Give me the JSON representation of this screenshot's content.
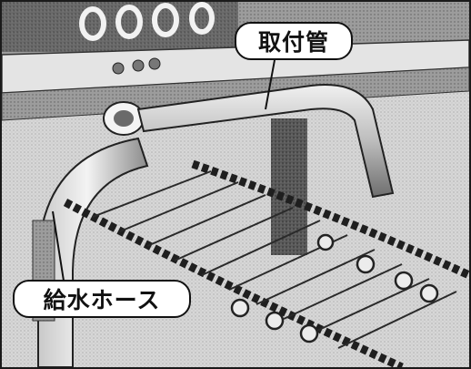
{
  "photo": {
    "description_free": true,
    "tone": "grayscale"
  },
  "callouts": {
    "mounting_pipe": "取付管",
    "water_hose": "給水ホース"
  },
  "colors": {
    "ink": "#111111",
    "paper": "#ffffff"
  }
}
